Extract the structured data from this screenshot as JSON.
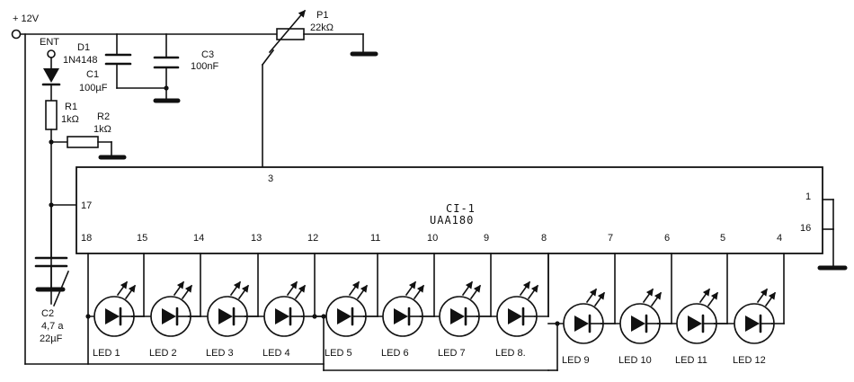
{
  "supply": {
    "label": "+ 12V"
  },
  "input": {
    "label": "ENT"
  },
  "components": {
    "d1": {
      "ref": "D1",
      "value": "1N4148"
    },
    "c1": {
      "ref": "C1",
      "value": "100µF"
    },
    "c3": {
      "ref": "C3",
      "value": "100nF"
    },
    "p1": {
      "ref": "P1",
      "value": "22kΩ"
    },
    "r1": {
      "ref": "R1",
      "value": "1kΩ"
    },
    "r2": {
      "ref": "R2",
      "value": "1kΩ"
    },
    "c2": {
      "ref": "C2",
      "value1": "4,7 a",
      "value2": "22µF"
    }
  },
  "ic": {
    "ref": "CI-1",
    "part": "UAA180",
    "pin_top": "3",
    "pin_left": "17",
    "pin_right_top": "1",
    "pin_right_mid": "16",
    "bottom_pins": [
      "18",
      "15",
      "14",
      "13",
      "12",
      "11",
      "10",
      "9",
      "8",
      "7",
      "6",
      "5",
      "4"
    ]
  },
  "leds": [
    "LED 1",
    "LED 2",
    "LED 3",
    "LED 4",
    "LED 5",
    "LED 6",
    "LED 7",
    "LED 8.",
    "LED 9",
    "LED 10",
    "LED 11",
    "LED 12"
  ]
}
